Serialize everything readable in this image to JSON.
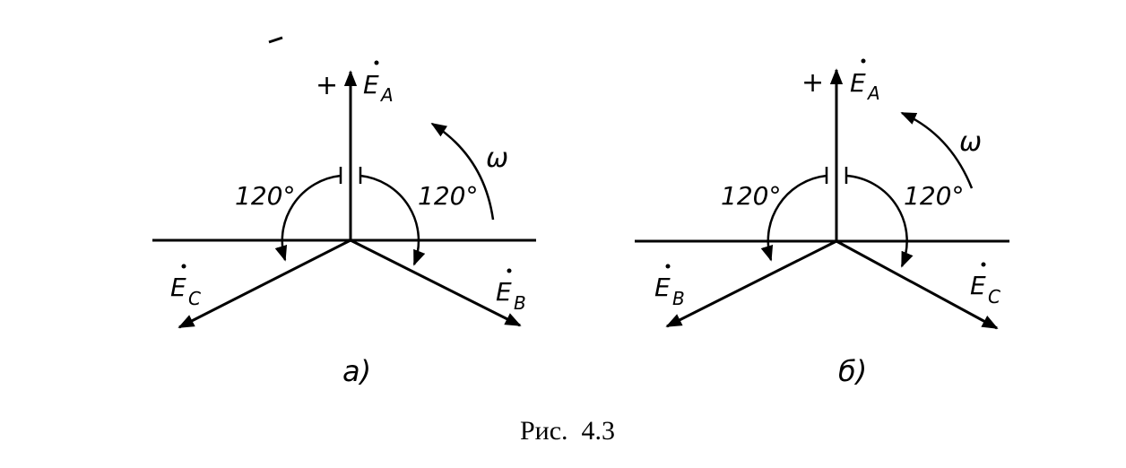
{
  "diagram_a": {
    "plus": "+",
    "ea": "E",
    "ea_sub": "A",
    "left_vector": "E",
    "left_vector_sub": "C",
    "right_vector": "E",
    "right_vector_sub": "B",
    "left_angle": "120°",
    "right_angle": "120°",
    "omega": "ω",
    "label": "а)"
  },
  "diagram_b": {
    "plus": "+",
    "ea": "E",
    "ea_sub": "A",
    "left_vector": "E",
    "left_vector_sub": "B",
    "right_vector": "E",
    "right_vector_sub": "C",
    "left_angle": "120°",
    "right_angle": "120°",
    "omega": "ω",
    "label": "б)"
  },
  "caption": "Рис.  4.3"
}
